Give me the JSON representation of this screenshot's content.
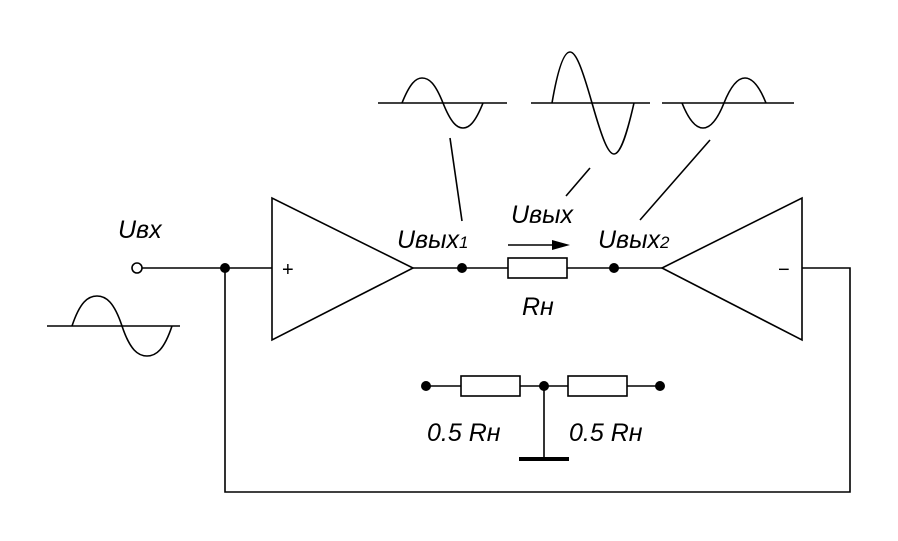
{
  "labels": {
    "input": "Uвх",
    "output": "Uвых",
    "output1_main": "Uвых",
    "output1_sub": "1",
    "output2_main": "Uвых",
    "output2_sub": "2",
    "load": "Rн",
    "half_load_left": "0.5 Rн",
    "half_load_right": "0.5 Rн",
    "plus_input": "+",
    "minus_input": "−"
  }
}
